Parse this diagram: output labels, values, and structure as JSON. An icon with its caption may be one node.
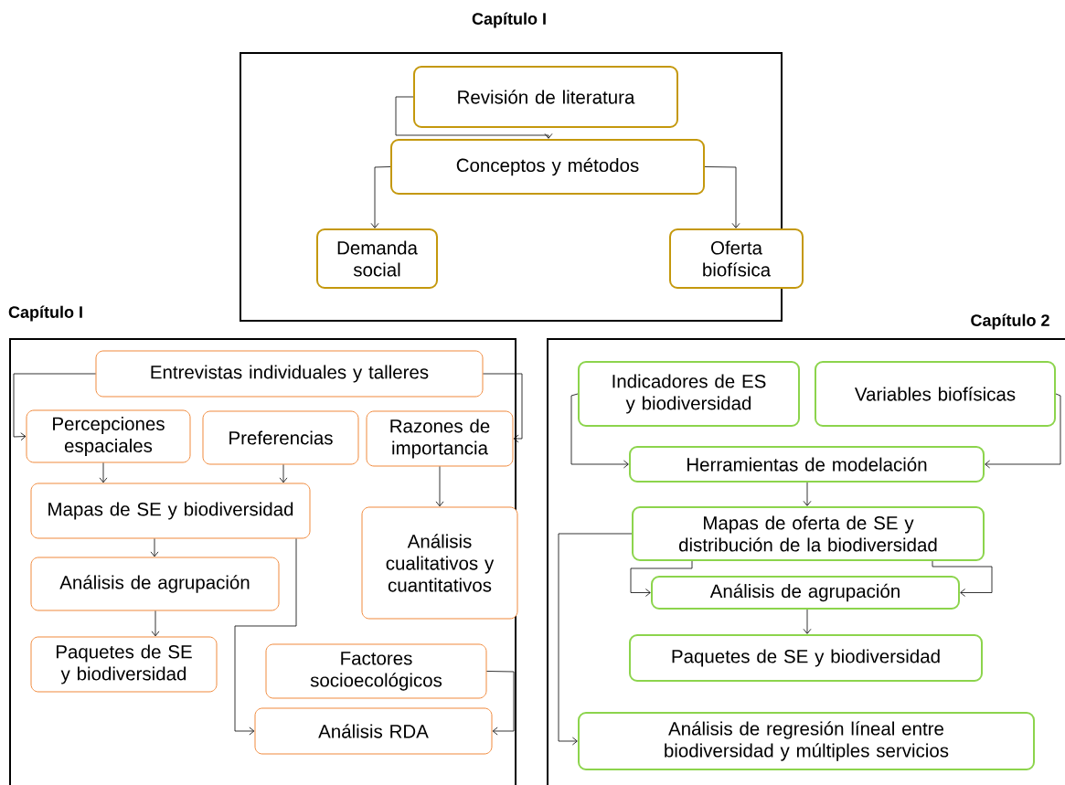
{
  "diagram": {
    "nodes": [
      {
        "text": [
          "Capítulo I"
        ]
      },
      {
        "text": [
          "Revisión de literatura"
        ],
        "in": 0
      },
      {
        "text": [
          "Conceptos y métodos"
        ],
        "in": 0
      },
      {
        "text": [
          "Demanda social"
        ],
        "in": 0
      },
      {
        "text": [
          "Oferta biofísica"
        ],
        "in": 0
      },
      {
        "text": [
          "Capítulo I"
        ]
      },
      {
        "text": [
          "Entrevistas individuales y talleres"
        ],
        "in": 5
      },
      {
        "text": [
          "Percepciones espaciales"
        ],
        "in": 5
      },
      {
        "text": [
          "Preferencias"
        ],
        "in": 5
      },
      {
        "text": [
          "Razones de importancia"
        ],
        "in": 5
      },
      {
        "text": [
          "Mapas de SE y biodiversidad"
        ],
        "in": 5
      },
      {
        "text": [
          "Análisis cualitativos y cuantitativos"
        ],
        "in": 5
      },
      {
        "text": [
          "Análisis de agrupación"
        ],
        "in": 5
      },
      {
        "text": [
          "Paquetes de SE y biodiversidad"
        ],
        "in": 5
      },
      {
        "text": [
          "Factores socioecológicos"
        ],
        "in": 5
      },
      {
        "text": [
          "Análisis RDA"
        ],
        "in": 5
      },
      {
        "text": [
          "Capítulo 2"
        ]
      },
      {
        "text": [
          "Indicadores de ES y biodiversidad"
        ],
        "in": 16
      },
      {
        "text": [
          "Variables biofísicas"
        ],
        "in": 16
      },
      {
        "text": [
          "Herramientas de modelación"
        ],
        "in": 16
      },
      {
        "text": [
          "Mapas de oferta de SE y distribución de la biodiversidad"
        ],
        "in": 16
      },
      {
        "text": [
          "Análisis de agrupación"
        ],
        "in": 16
      },
      {
        "text": [
          "Paquetes de SE y biodiversidad"
        ],
        "in": 16
      },
      {
        "text": [
          "Análisis de regresión líneal entre biodiversidad y múltiples servicios"
        ],
        "in": 16
      }
    ],
    "edges": [
      {
        "from": 1,
        "to": 2,
        "arrow": "to"
      },
      {
        "from": 2,
        "to": 3,
        "arrow": "to"
      },
      {
        "from": 2,
        "to": 4,
        "arrow": "to"
      },
      {
        "from": 6,
        "to": 7,
        "arrow": "to"
      },
      {
        "from": 6,
        "to": 9,
        "arrow": "to"
      },
      {
        "from": 7,
        "to": 10,
        "arrow": "to"
      },
      {
        "from": 8,
        "to": 10,
        "arrow": "to"
      },
      {
        "from": 9,
        "to": 11,
        "arrow": "to"
      },
      {
        "from": 10,
        "to": 12,
        "arrow": "to"
      },
      {
        "from": 12,
        "to": 13,
        "arrow": "to"
      },
      {
        "from": 10,
        "to": 15,
        "arrow": "to"
      },
      {
        "from": 14,
        "to": 15,
        "arrow": "to"
      },
      {
        "from": 17,
        "to": 19,
        "arrow": "to"
      },
      {
        "from": 18,
        "to": 19,
        "arrow": "to"
      },
      {
        "from": 19,
        "to": 20,
        "arrow": "to"
      },
      {
        "from": 20,
        "to": 21,
        "arrow": "to"
      },
      {
        "from": 20,
        "to": 21,
        "arrow": "to"
      },
      {
        "from": 20,
        "to": 23,
        "arrow": "to"
      },
      {
        "from": 21,
        "to": 22,
        "arrow": "to"
      }
    ]
  }
}
